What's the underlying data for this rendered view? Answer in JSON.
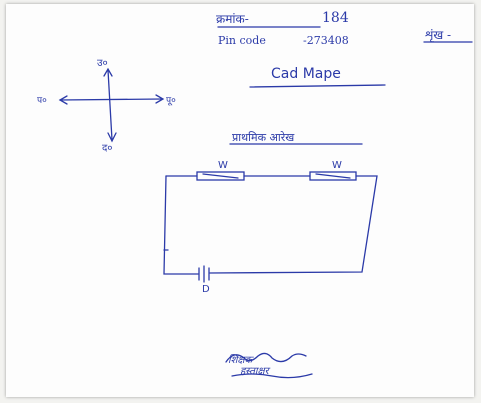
{
  "header": {
    "serial_label": "क्रमांक-",
    "serial_value": "184",
    "pin_label": "Pin code",
    "pin_value": "-273408",
    "corner_label": "शृंख -"
  },
  "map": {
    "title": "Cad Mape"
  },
  "compass": {
    "north": "उ०",
    "south": "द०",
    "east": "पू०",
    "west": "प०"
  },
  "circuit": {
    "title": "प्राथमिक आरेख",
    "resistor_left": "W",
    "resistor_right": "W",
    "capacitor": "D"
  },
  "signature": {
    "line1": "शिक्षक",
    "line2": "हस्ताक्षर"
  },
  "colors": {
    "ink": "#2b3aa8",
    "paper": "#fdfdfd"
  }
}
